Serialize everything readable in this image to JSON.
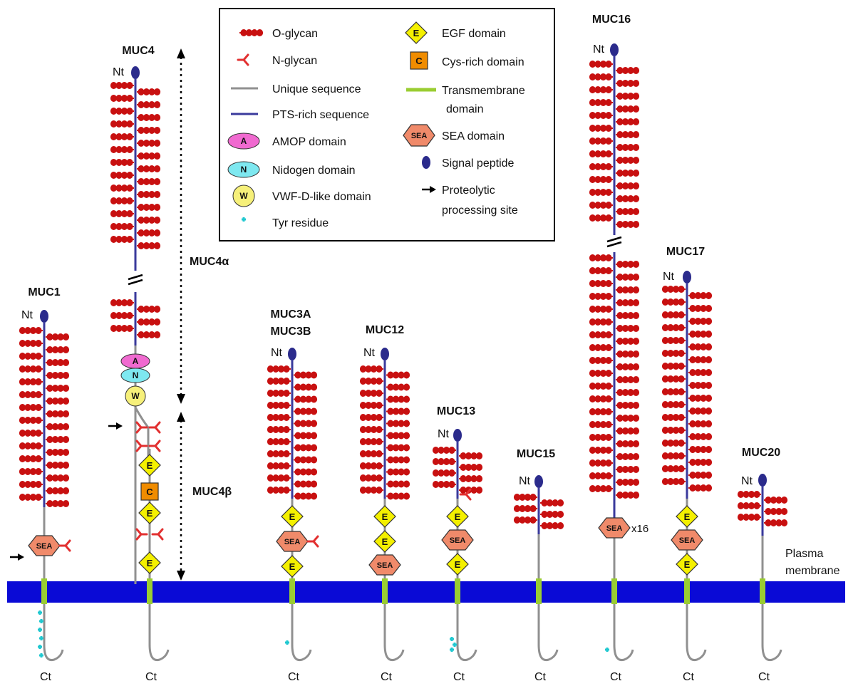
{
  "colors": {
    "membrane": "#0a0ad6",
    "transmembrane": "#9acd32",
    "pts": "#3a3a9c",
    "unique": "#909090",
    "oglycan": "#c81010",
    "nglycan": "#e23030",
    "egf": "#f4f000",
    "cys": "#f08c00",
    "sea": "#f08a6a",
    "amop": "#f06ad0",
    "nidogen": "#7ee8f0",
    "vwf": "#f6f07a",
    "tyr": "#20c8d0",
    "signal": "#2b2b8c"
  },
  "legend": {
    "items_left": [
      {
        "icon": "o-glycan-icon",
        "label": "O-glycan"
      },
      {
        "icon": "n-glycan-icon",
        "label": "N-glycan"
      },
      {
        "icon": "unique-sequence-icon",
        "label": "Unique sequence"
      },
      {
        "icon": "pts-sequence-icon",
        "label": "PTS-rich sequence"
      },
      {
        "icon": "amop-domain-icon",
        "label": "AMOP domain",
        "letter": "A"
      },
      {
        "icon": "nidogen-domain-icon",
        "label": "Nidogen domain",
        "letter": "N"
      },
      {
        "icon": "vwf-domain-icon",
        "label": "VWF-D-like domain",
        "letter": "W"
      },
      {
        "icon": "tyr-residue-icon",
        "label": "Tyr residue"
      }
    ],
    "items_right": [
      {
        "icon": "egf-domain-icon",
        "label": "EGF domain",
        "letter": "E"
      },
      {
        "icon": "cys-domain-icon",
        "label": "Cys-rich domain",
        "letter": "C"
      },
      {
        "icon": "transmembrane-icon",
        "label": "Transmembrane",
        "label2": "domain"
      },
      {
        "icon": "sea-domain-icon",
        "label": "SEA domain",
        "letter": "SEA"
      },
      {
        "icon": "signal-peptide-icon",
        "label": "Signal peptide"
      },
      {
        "icon": "proteolytic-site-icon",
        "label": "Proteolytic",
        "label2": "processing site"
      }
    ]
  },
  "membrane_label": [
    "Plasma",
    "membrane"
  ],
  "nt": "Nt",
  "ct": "Ct",
  "muc4_alpha": "MUC4α",
  "muc4_beta": "MUC4β",
  "repeat_label": "x16",
  "mucins": [
    {
      "name": "MUC1"
    },
    {
      "name": "MUC4"
    },
    {
      "name": "MUC3A",
      "name2": "MUC3B"
    },
    {
      "name": "MUC12"
    },
    {
      "name": "MUC13"
    },
    {
      "name": "MUC15"
    },
    {
      "name": "MUC16"
    },
    {
      "name": "MUC17"
    },
    {
      "name": "MUC20"
    }
  ]
}
